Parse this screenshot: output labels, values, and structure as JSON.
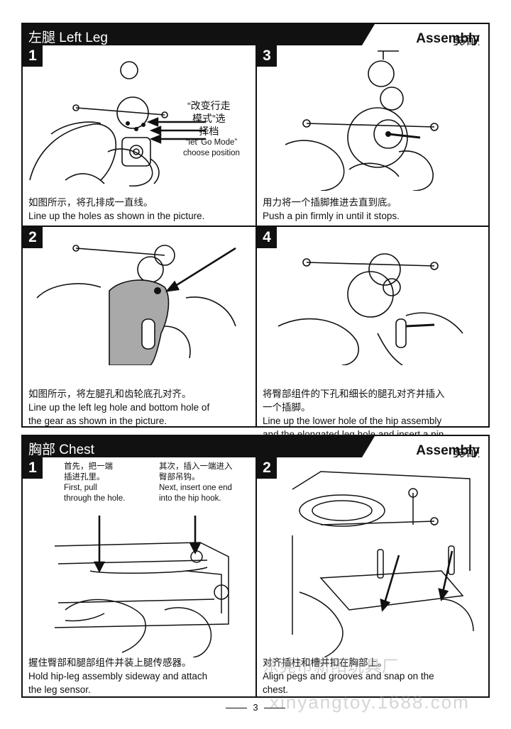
{
  "leg_section": {
    "title": "左腿  Left Leg",
    "assembly_cn": "装配",
    "assembly_en": "Assembly",
    "steps": [
      {
        "num": "1",
        "caption_cn": "如图所示，将孔排成一直线。",
        "caption_en": "Line up the holes as shown in the picture.",
        "note_cn_1": "“改变行走",
        "note_cn_2": "模式”选",
        "note_cn_3": "择档",
        "note_en_1": "“let' Go Mode”",
        "note_en_2": "choose position"
      },
      {
        "num": "3",
        "caption_cn": "用力将一个插脚推进去直到底。",
        "caption_en": "Push a pin firmly in until it stops."
      },
      {
        "num": "2",
        "caption_cn": "如图所示，将左腿孔和齿轮底孔对齐。",
        "caption_en_1": "Line up the left leg hole and bottom hole of",
        "caption_en_2": "the gear as shown in the picture."
      },
      {
        "num": "4",
        "caption_cn_1": "将臀部组件的下孔和细长的腿孔对齐并插入",
        "caption_cn_2": "一个插脚。",
        "caption_en_1": "Line up the lower hole of the hip assembly",
        "caption_en_2": "and the elongated leg hole and insert a pin."
      }
    ]
  },
  "chest_section": {
    "title": "胸部  Chest",
    "assembly_cn": "装配",
    "assembly_en": "Assembly",
    "steps": [
      {
        "num": "1",
        "note1_cn_1": "首先，把一端",
        "note1_cn_2": "插进孔里。",
        "note1_en_1": "First, pull",
        "note1_en_2": "through the hole.",
        "note2_cn_1": "其次，插入一端进入",
        "note2_cn_2": "臀部吊钩。",
        "note2_en_1": "Next, insert one end",
        "note2_en_2": "into the hip hook.",
        "caption_cn": "握住臀部和腿部组件并装上腿传感器。",
        "caption_en_1": "Hold hip-leg assembly sideway and attach",
        "caption_en_2": "the leg sensor."
      },
      {
        "num": "2",
        "caption_cn": "对齐插柱和槽并扣在胸部上。",
        "caption_en_1": "Align pegs and grooves and snap on the",
        "caption_en_2": "chest."
      }
    ]
  },
  "page_number": "3",
  "watermark_cn": "东莞市新阳玩具厂",
  "watermark_url": "xinyangtoy.1688.com",
  "colors": {
    "ink": "#111111",
    "paper": "#ffffff",
    "gray_part": "#a9a9a9"
  }
}
